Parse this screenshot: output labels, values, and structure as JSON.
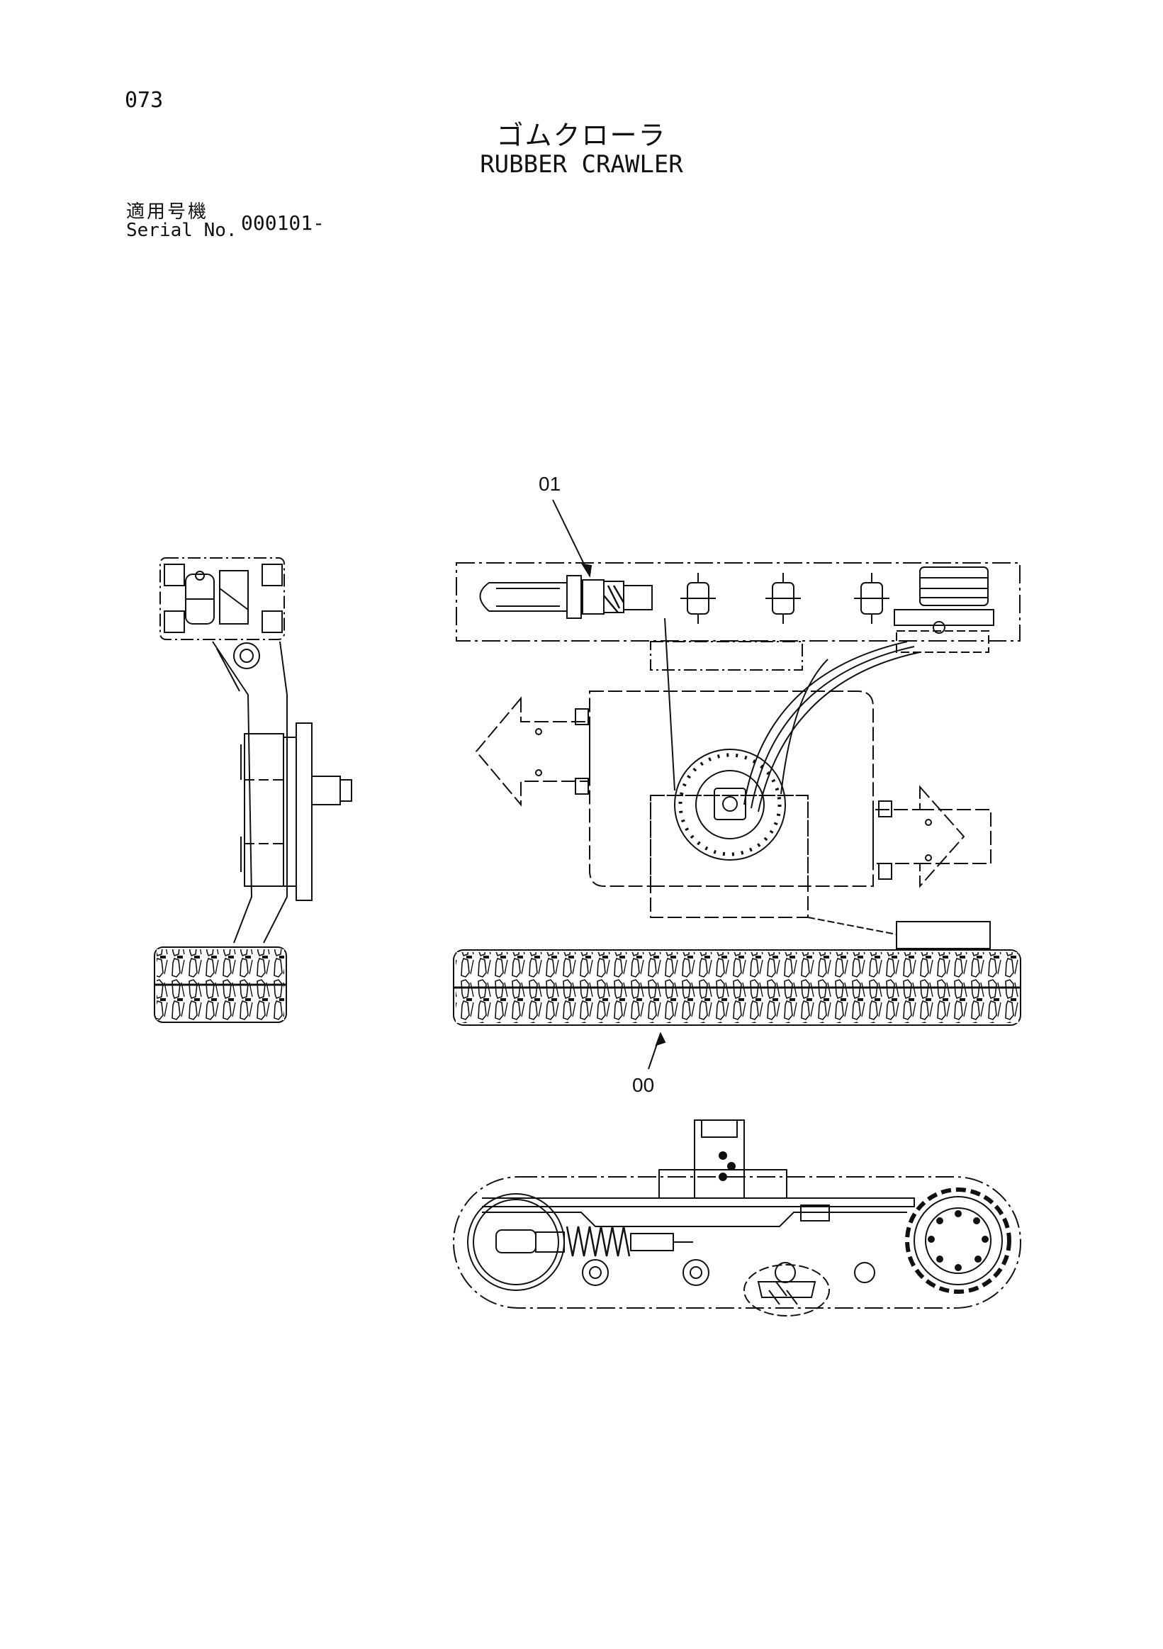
{
  "header": {
    "page_number": "073",
    "title_jp": "ゴムクローラ",
    "title_en": "RUBBER CRAWLER",
    "serial_label_jp": "適用号機",
    "serial_label_en": "Serial No.",
    "serial_value": "000101-"
  },
  "callouts": [
    {
      "label": "01"
    },
    {
      "label": "00"
    }
  ],
  "views": {
    "side_view_icon": "undercarriage-side-elevation",
    "top_view_icon": "crawler-plan-view",
    "front_view_icon": "crawler-front-section"
  }
}
